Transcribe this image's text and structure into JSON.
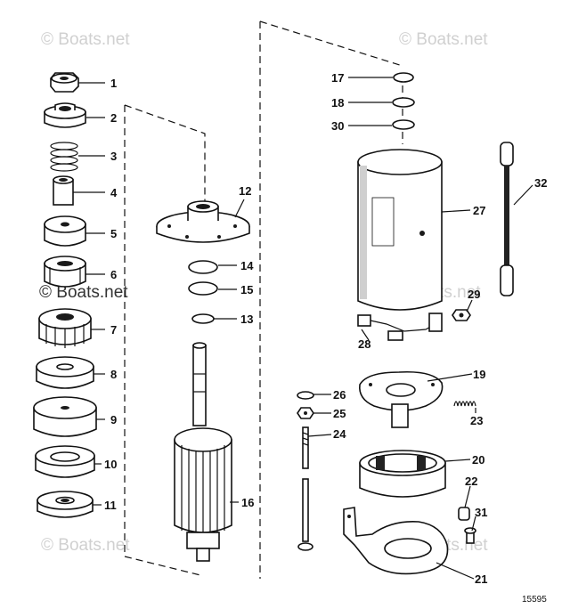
{
  "watermarks": {
    "top_left": "© Boats.net",
    "top_right": "© Boats.net",
    "middle_left": "© Boats.net",
    "middle_right": "© Boats.net",
    "bottom_left": "© Boats.net",
    "bottom_right": "© Boats.net"
  },
  "drawing_number": "15595",
  "callouts": {
    "c1": "1",
    "c2": "2",
    "c3": "3",
    "c4": "4",
    "c5": "5",
    "c6": "6",
    "c7": "7",
    "c8": "8",
    "c9": "9",
    "c10": "10",
    "c11": "11",
    "c12": "12",
    "c13": "13",
    "c14": "14",
    "c15": "15",
    "c16": "16",
    "c17": "17",
    "c18": "18",
    "c19": "19",
    "c20": "20",
    "c21": "21",
    "c22": "22",
    "c23": "23",
    "c24": "24",
    "c25": "25",
    "c26": "26",
    "c27": "27",
    "c28": "28",
    "c29": "29",
    "c30": "30",
    "c31": "31",
    "c32": "32"
  }
}
